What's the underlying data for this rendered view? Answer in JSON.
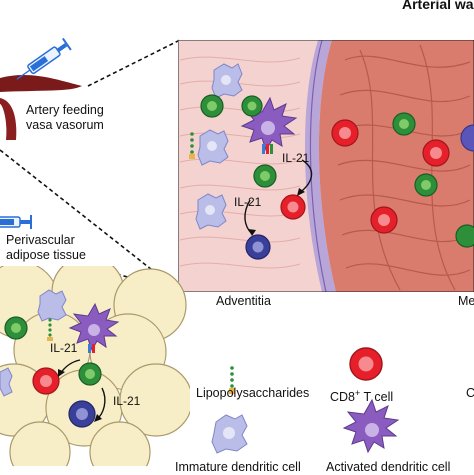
{
  "title": "Arterial wa",
  "labels": {
    "artery_feeding_line1": "Artery feeding",
    "artery_feeding_line2": "vasa vasorum",
    "perivascular_line1": "Perivascular",
    "perivascular_line2": "adipose tissue",
    "adventitia": "Adventitia",
    "media_partial": "Me",
    "il21": "IL-21"
  },
  "legend": {
    "lps": "Lipopolysaccharides",
    "cd8_prefix": "CD8",
    "cd8_sup": "+",
    "cd8_suffix": " T cell",
    "immature_dc": "Immature dendritic cell",
    "activated_dc": "Activated dendritic cell",
    "cut_right": "C"
  },
  "colors": {
    "adventitia": "#f2c6c3",
    "media": "#d9786a",
    "elastic_lamina": "#b9a6d9",
    "adipose": "#f7edc7",
    "cd8_t_cell": "#e5202a",
    "green_cell": "#2d8f3a",
    "blue_cell": "#3a3f9a",
    "immature_dc": "#b9bde8",
    "activated_dc": "#8a5cc0"
  }
}
